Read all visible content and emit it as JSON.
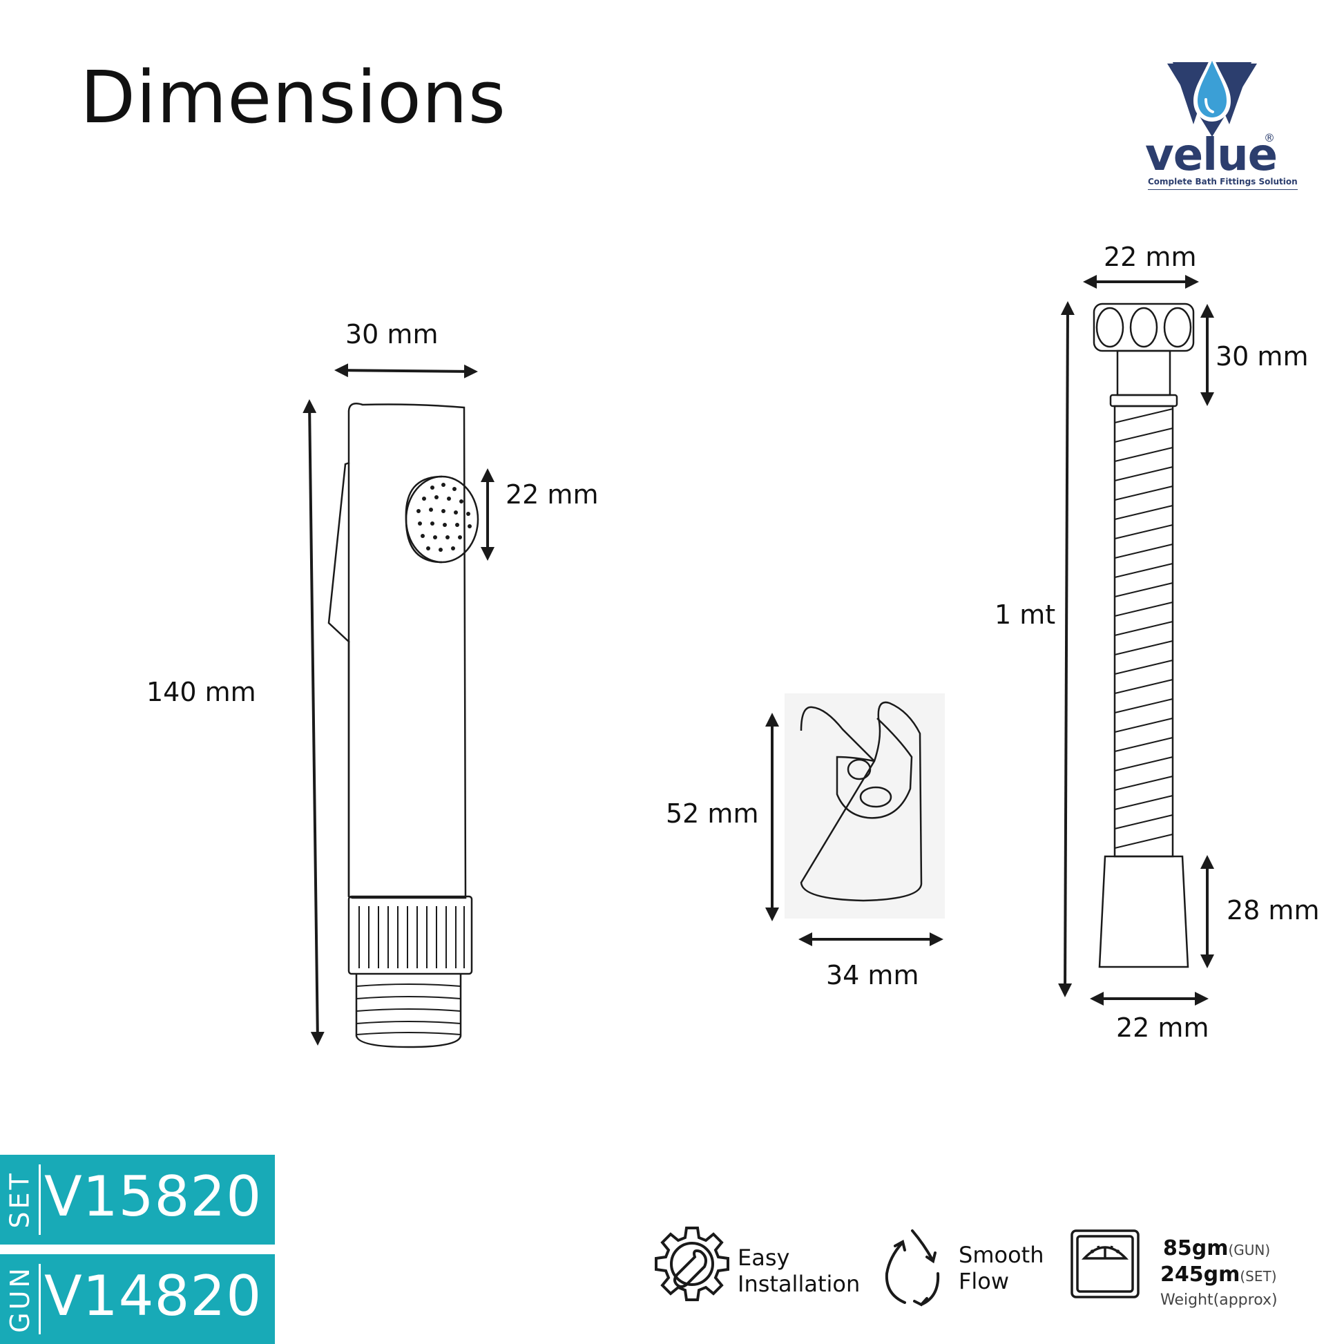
{
  "title": "Dimensions",
  "logo": {
    "brand": "velue",
    "registered": "®",
    "tagline": "Complete Bath Fittings Solution",
    "color": "#2c3e6e"
  },
  "dimensions": {
    "gun": {
      "width": "30 mm",
      "height": "140 mm",
      "button": "22 mm"
    },
    "holder": {
      "height": "52 mm",
      "width": "34 mm"
    },
    "hose": {
      "top_width": "22 mm",
      "top_height": "30 mm",
      "length": "1 mt",
      "bottom_height": "28 mm",
      "bottom_width": "22 mm"
    }
  },
  "codes": [
    {
      "label": "SET",
      "value": "V15820"
    },
    {
      "label": "GUN",
      "value": "V14820"
    }
  ],
  "accent_color": "#18aab7",
  "features": [
    {
      "icon": "gear-wrench-icon",
      "line1": "Easy",
      "line2": "Installation"
    },
    {
      "icon": "water-drop-cycle-icon",
      "line1": "Smooth",
      "line2": "Flow"
    }
  ],
  "weight": {
    "icon": "weighing-scale-icon",
    "gun_value": "85gm",
    "gun_unit": "(GUN)",
    "set_value": "245gm",
    "set_unit": "(SET)",
    "note": "Weight(approx)"
  }
}
